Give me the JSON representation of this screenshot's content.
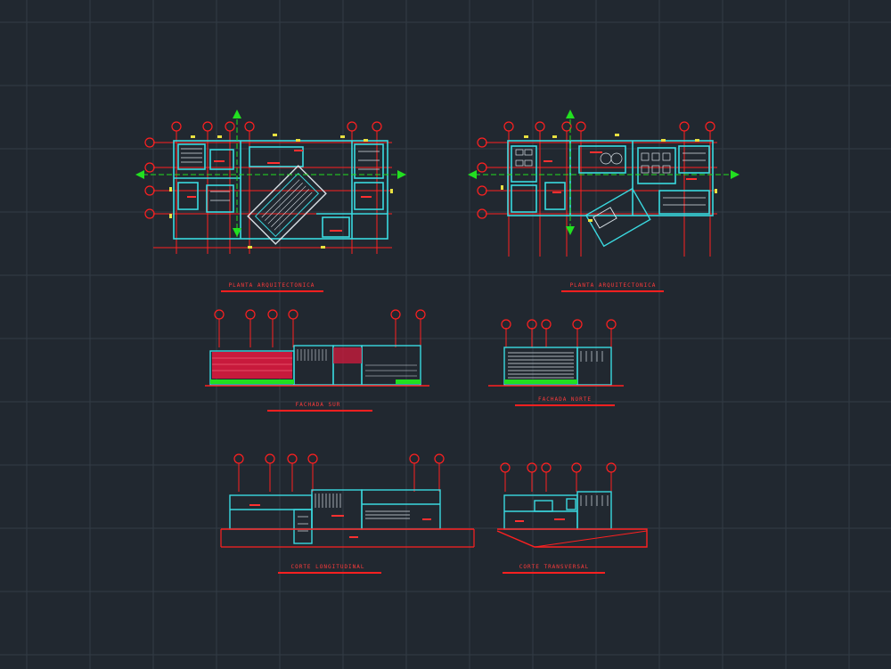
{
  "drawing": {
    "background": "#212830",
    "grid_color": "#333c46",
    "colors": {
      "wall": "#3ad9e0",
      "axis": "#ff2020",
      "marker": "#e8e040",
      "arrow": "#22e020",
      "detail": "#d9e0e6",
      "title": "#ff3b3b"
    }
  },
  "views": [
    {
      "name": "plan-first-floor",
      "title": "PLANTA ARQUITECTONICA"
    },
    {
      "name": "plan-second-floor",
      "title": "PLANTA ARQUITECTONICA"
    },
    {
      "name": "elevation-south",
      "title": "FACHADA SUR"
    },
    {
      "name": "elevation-north",
      "title": "FACHADA NORTE"
    },
    {
      "name": "section-longitudinal",
      "title": "CORTE LONGITUDINAL"
    },
    {
      "name": "section-transversal",
      "title": "CORTE TRANSVERSAL"
    }
  ]
}
